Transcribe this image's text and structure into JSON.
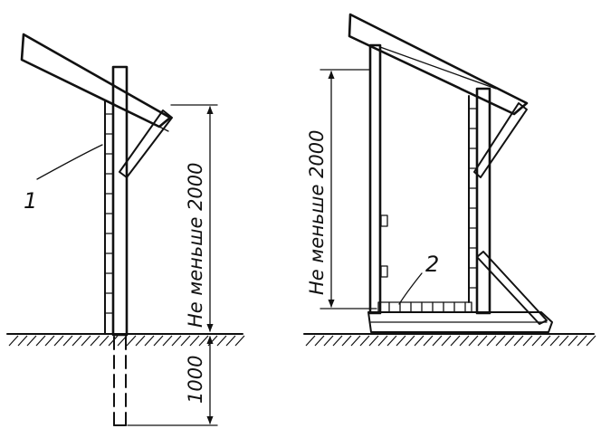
{
  "left_view": {
    "callout_number": "1",
    "height_label": "Не меньше 2000",
    "depth_label": "1000"
  },
  "right_view": {
    "callout_number": "2",
    "height_label": "Не меньше 2000"
  },
  "colors": {
    "ink": "#111111",
    "background": "#ffffff"
  }
}
